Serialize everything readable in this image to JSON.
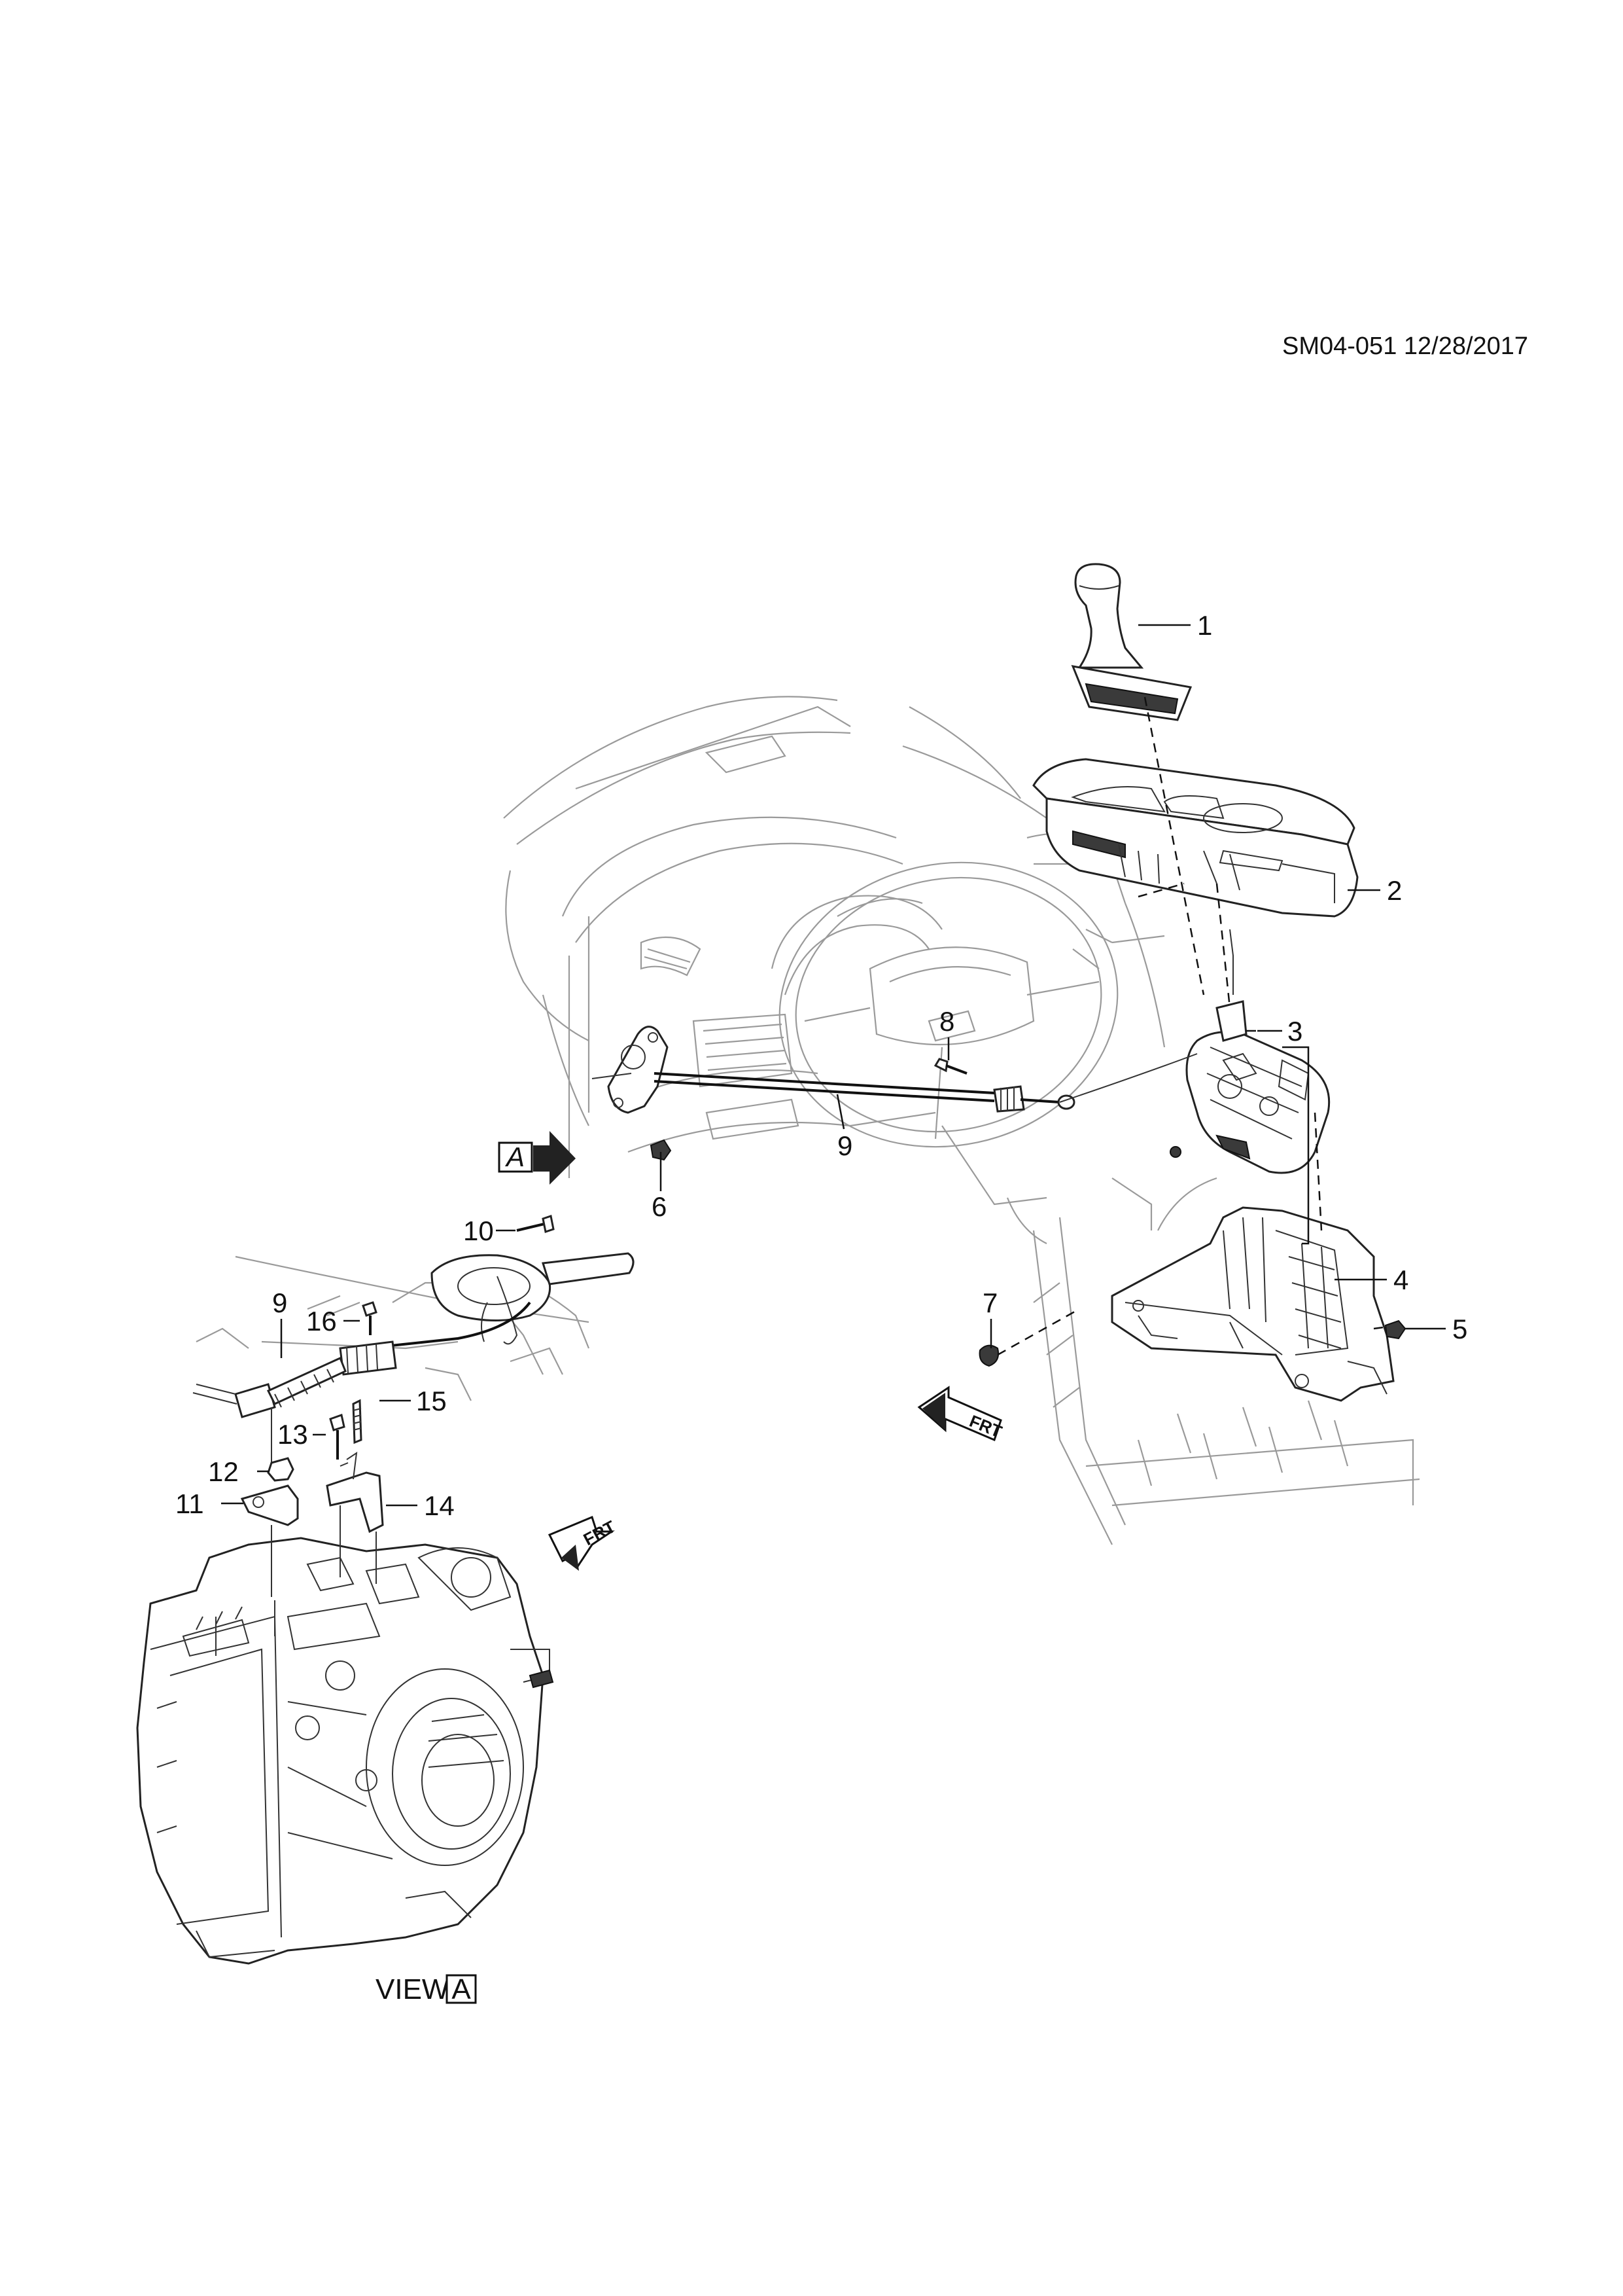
{
  "sheet": {
    "code": "SM04-051 12/28/2017"
  },
  "view": {
    "word": "VIEW",
    "letter": "A"
  },
  "direction_arrow": {
    "letter": "A"
  },
  "frt_label": "FRT",
  "callouts": {
    "c1": "1",
    "c2": "2",
    "c3": "3",
    "c4": "4",
    "c5": "5",
    "c6": "6",
    "c7": "7",
    "c8": "8",
    "c9_main": "9",
    "c9_view": "9",
    "c10": "10",
    "c11": "11",
    "c12": "12",
    "c13": "13",
    "c14": "14",
    "c15": "15",
    "c16": "16"
  }
}
